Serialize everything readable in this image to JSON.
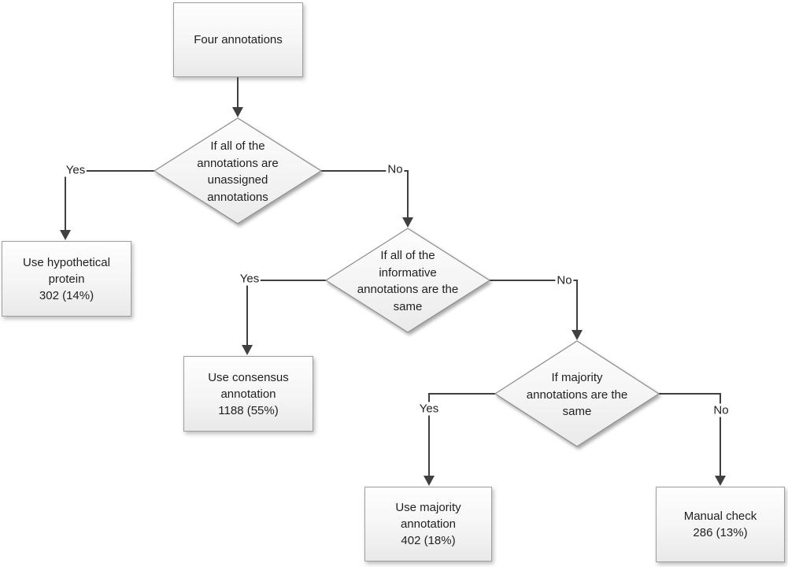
{
  "flowchart": {
    "nodes": {
      "start": {
        "text": "Four annotations"
      },
      "decision_unassigned": {
        "question": "If all of the\nannotations are\nunassigned\nannotations"
      },
      "result_hypothetical": {
        "label": "Use hypothetical\nprotein",
        "value": "302 (14%)"
      },
      "decision_informative": {
        "question": "If all of the\ninformative\nannotations are the\nsame"
      },
      "result_consensus": {
        "label": "Use consensus\nannotation",
        "value": "1188 (55%)"
      },
      "decision_majority": {
        "question": "If majority\nannotations are the\nsame"
      },
      "result_majority": {
        "label": "Use majority\nannotation",
        "value": "402 (18%)"
      },
      "result_manual": {
        "label": "Manual check",
        "value": "286 (13%)"
      }
    },
    "edge_labels": {
      "unassigned_yes": "Yes",
      "unassigned_no": "No",
      "informative_yes": "Yes",
      "informative_no": "No",
      "majority_yes": "Yes",
      "majority_no": "No"
    },
    "colors": {
      "background": "#ffffff",
      "node_fill_top": "#fdfdfd",
      "node_fill_bottom": "#ebebeb",
      "node_border": "#9e9e9e",
      "diamond_border": "#8c8c8c",
      "connector": "#404040",
      "text": "#1f1f1f"
    }
  }
}
